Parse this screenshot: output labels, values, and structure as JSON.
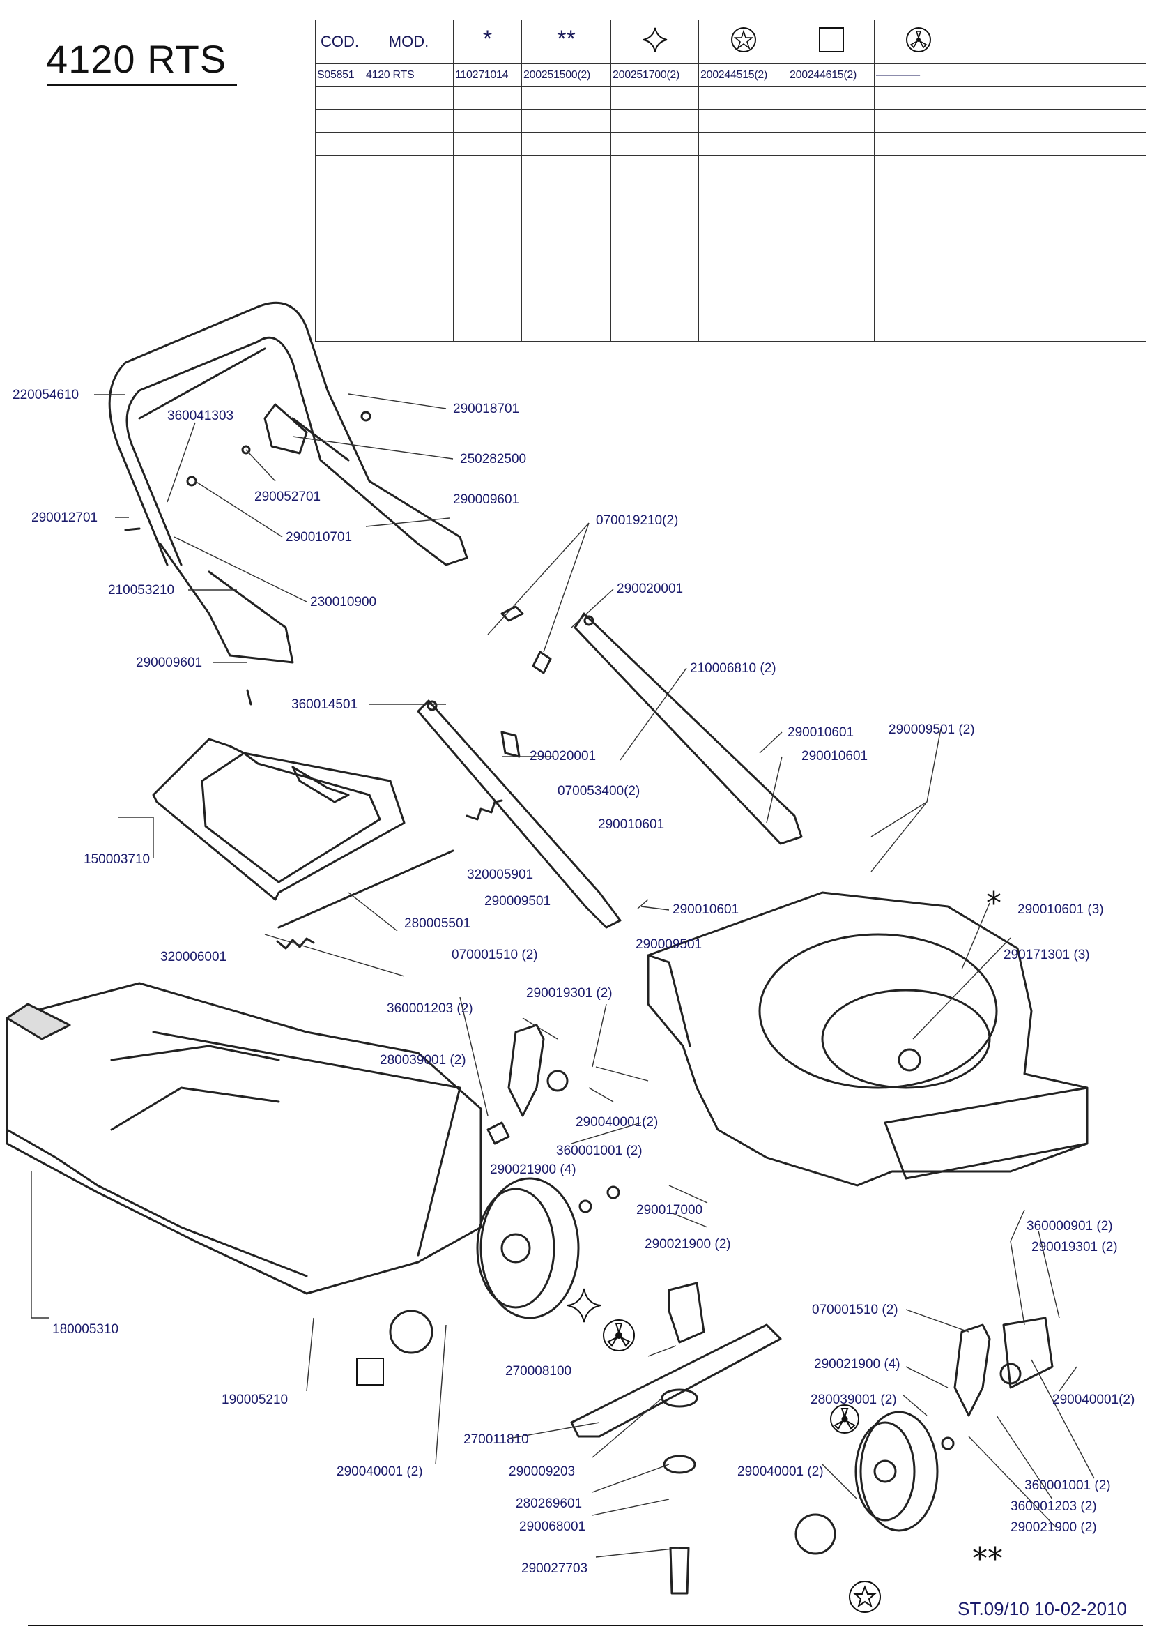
{
  "title": "4120 RTS",
  "table": {
    "headers": [
      "COD.",
      "MOD.",
      "*",
      "**",
      "diamond-star-icon",
      "circled-star-icon",
      "square-icon",
      "circled-tri-icon",
      "",
      ""
    ],
    "row": [
      "S05851",
      "4120 RTS",
      "110271014",
      "200251500(2)",
      "200251700(2)",
      "200244515(2)",
      "200244615(2)",
      "————",
      "",
      ""
    ]
  },
  "labels": [
    "220054610",
    "360041303",
    "290018701",
    "250282500",
    "290052701",
    "290012701",
    "290010701",
    "290009601",
    "070019210(2)",
    "210053210",
    "230010900",
    "290020001",
    "290009601",
    "210006810 (2)",
    "360014501",
    "290020001",
    "070053400(2)",
    "290010601",
    "290009501 (2)",
    "290010601",
    "150003710",
    "290010601",
    "320005901",
    "290009501",
    "290010601",
    "280005501",
    "290009501",
    "290010601 (3)",
    "070001510 (2)",
    "290171301 (3)",
    "320006001",
    "290019301 (2)",
    "360001203 (2)",
    "280039001 (2)",
    "290040001(2)",
    "360001001 (2)",
    "290021900 (4)",
    "290017000",
    "290021900 (2)",
    "360000901 (2)",
    "290019301 (2)",
    "180005310",
    "070001510 (2)",
    "270008100",
    "290021900 (4)",
    "290040001(2)",
    "190005210",
    "280039001 (2)",
    "270011810",
    "290040001 (2)",
    "290009203",
    "290040001 (2)",
    "360001001 (2)",
    "280269601",
    "360001203 (2)",
    "290068001",
    "290021900 (2)",
    "290027703"
  ],
  "markers": {
    "single": "*",
    "double": "**"
  },
  "footer": "ST.09/10 10-02-2010"
}
